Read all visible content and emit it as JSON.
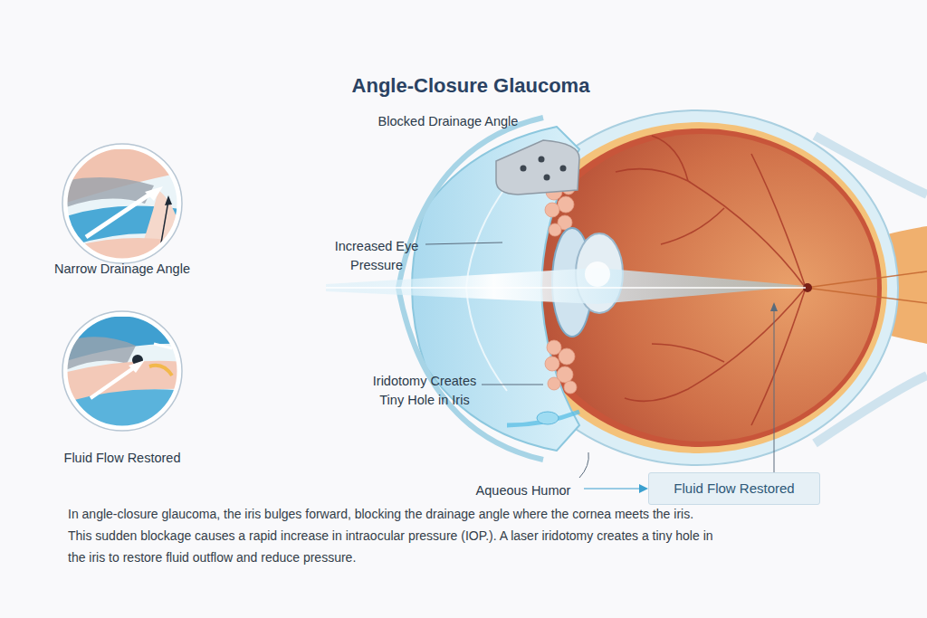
{
  "diagram": {
    "title": "Angle-Closure Glaucoma",
    "caption": "In angle-closure glaucoma, the iris bulges forward, blocking the drainage angle where the cornea meets the iris. This sudden blockage causes a rapid increase in intraocular pressure (IOP.). A laser iridotomy creates a tiny hole in the iris to restore fluid outflow and reduce pressure.",
    "nodes": [
      {
        "text": [
          "Narrow Drainage Angle"
        ]
      },
      {
        "text": [
          "Fluid Flow Restored"
        ]
      },
      {
        "text": [
          "Fluid Flow Restored"
        ]
      }
    ],
    "labels": [
      "Blocked Drainage Angle",
      "Increased Eye Pressure",
      "Iridotomy Creates Tiny Hole in Iris",
      "Aqueous Humor"
    ]
  }
}
